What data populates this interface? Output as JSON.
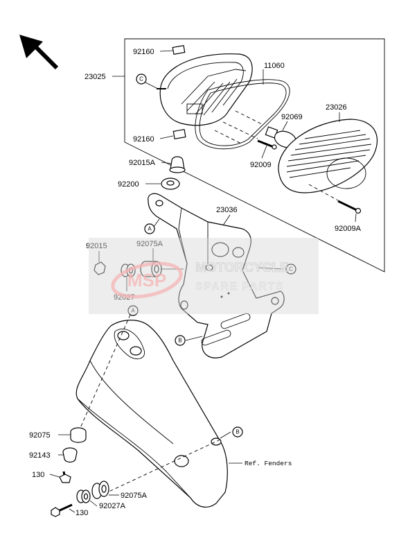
{
  "labels": {
    "p23025": "23025",
    "p92160_top": "92160",
    "p92160_bottom": "92160",
    "p11060": "11060",
    "p23026": "23026",
    "p92069": "92069",
    "p92009": "92009",
    "p92009A": "92009A",
    "p92015A": "92015A",
    "p92200": "92200",
    "p23036": "23036",
    "p92015": "92015",
    "p92075A_top": "92075A",
    "p92027_top": "92027",
    "p92075": "92075",
    "p92143": "92143",
    "p130_top": "130",
    "p130_bottom": "130",
    "p92075A_bottom": "92075A",
    "p92027A": "92027A",
    "ref_fenders": "Ref. Fenders"
  },
  "callouts": {
    "a_top": "A",
    "a_fender": "A",
    "b_bracket": "B",
    "b_fender": "B",
    "c_lamp": "C",
    "c_bracket": "C"
  },
  "watermark": {
    "line1": "MOTORCYCLE",
    "line2": "SPARE PARTS",
    "logo": "MSP"
  },
  "colors": {
    "line": "#000000",
    "background": "#ffffff",
    "watermark_panel": "#d8d8d8",
    "watermark_logo": "#f2b8b8"
  }
}
